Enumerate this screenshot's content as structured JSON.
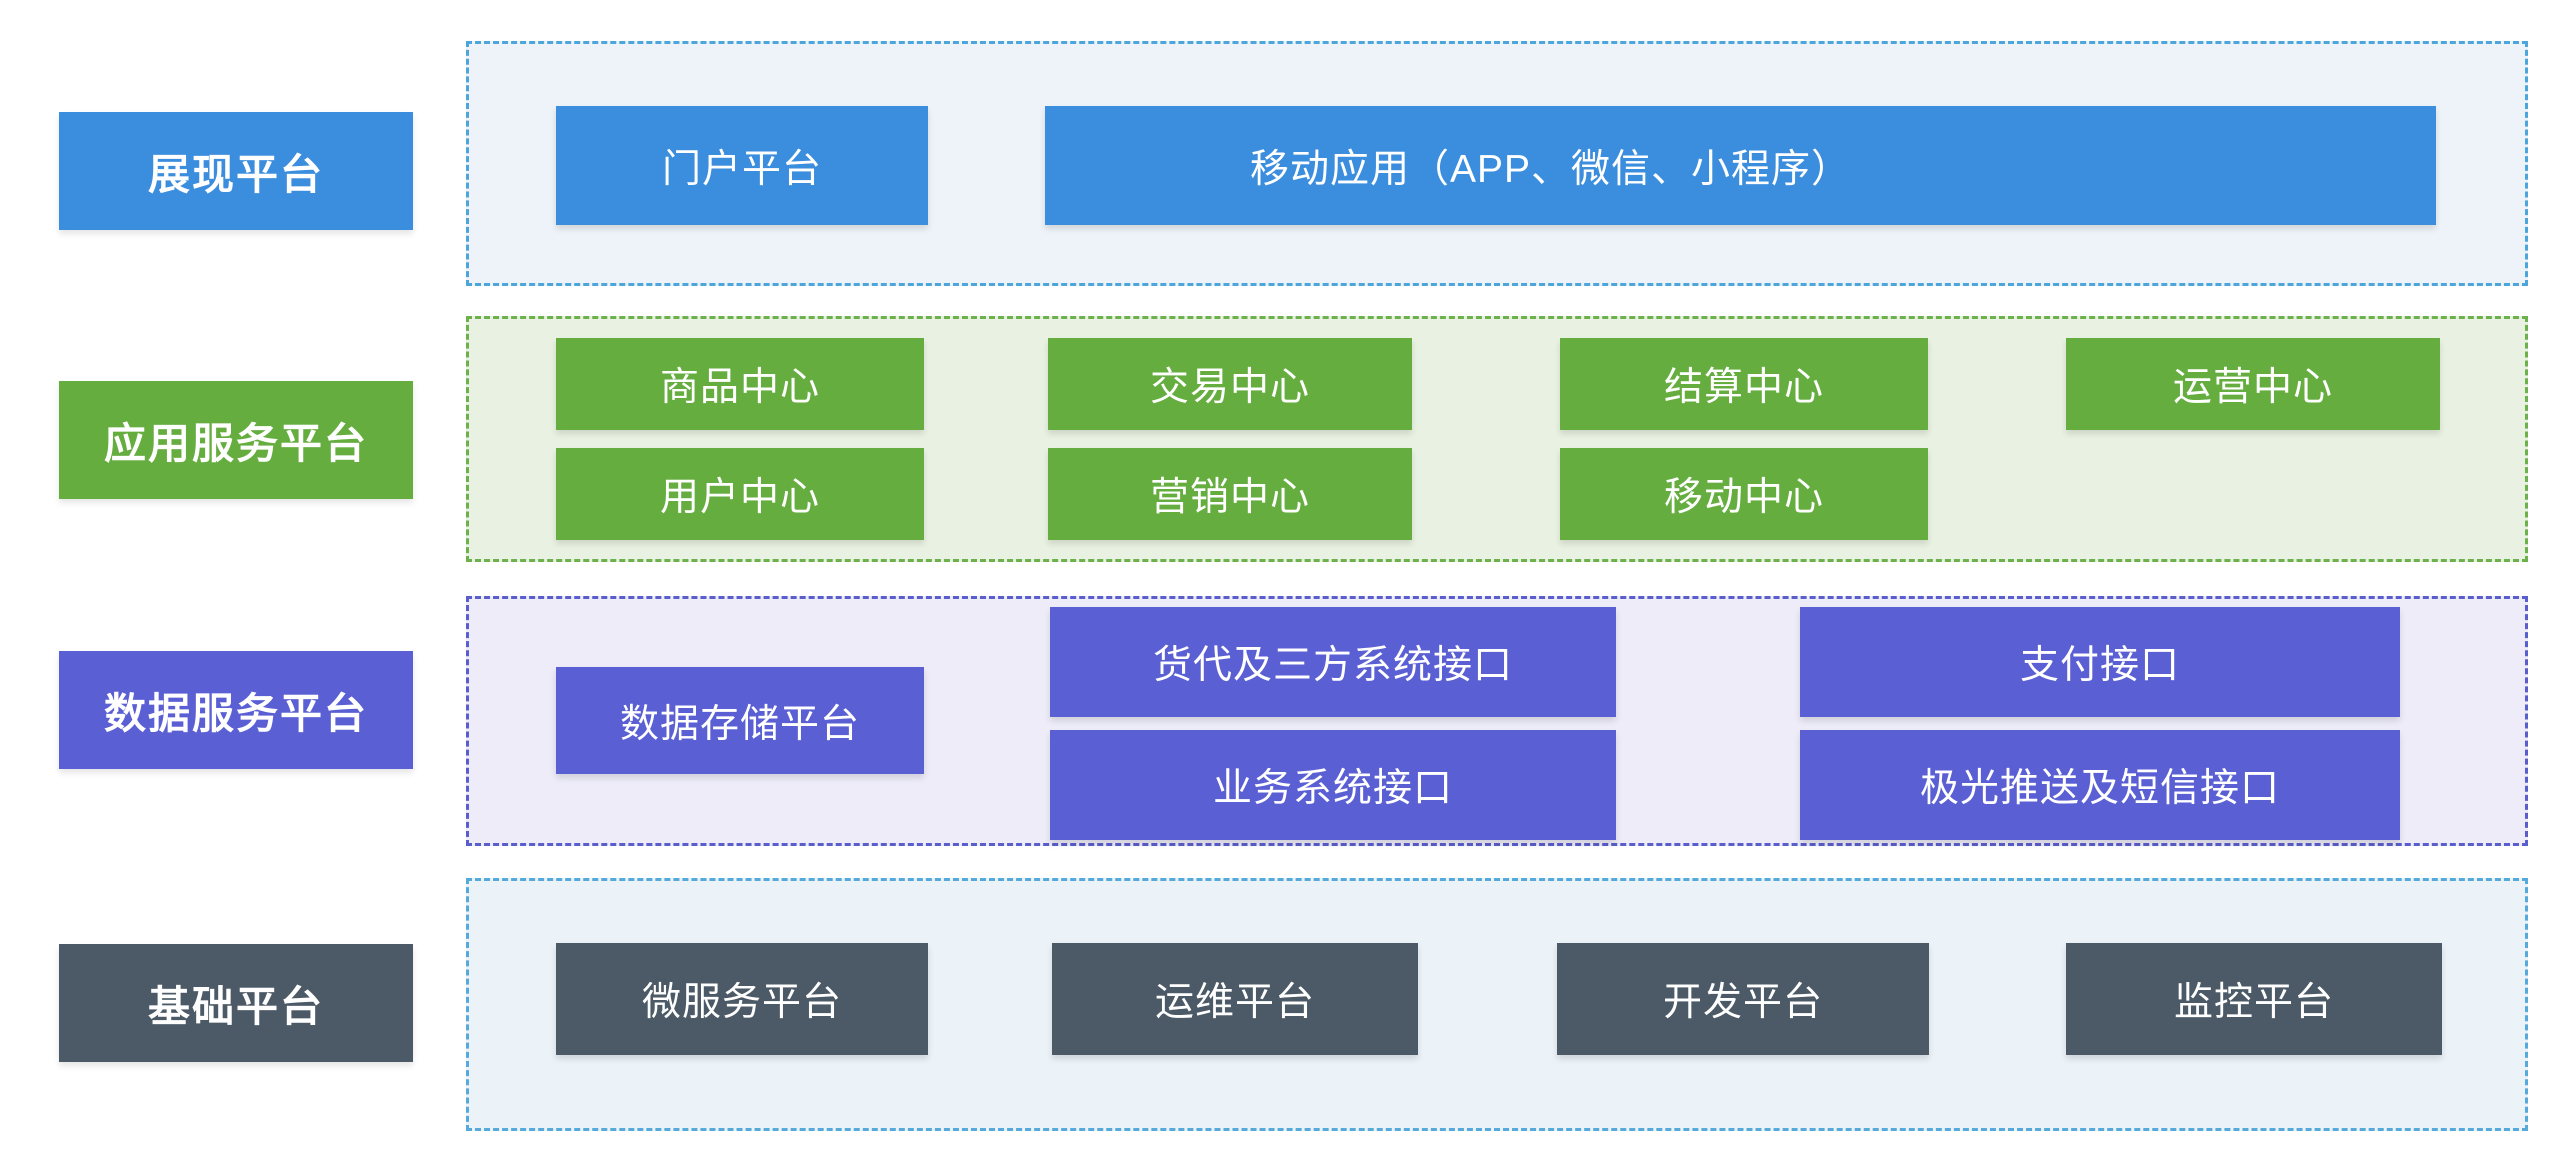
{
  "colors": {
    "blue": "#3b8ddd",
    "green": "#66ad3f",
    "purple": "#5a5fd3",
    "dark": "#4b5a66",
    "row1_bg": "#edf3f8",
    "row1_border": "#4da6db",
    "row2_bg": "#e9f2e2",
    "row2_border": "#6cb14c",
    "row3_bg": "#edecf8",
    "row3_border": "#5a5ecd",
    "row4_bg": "#ebf2f8",
    "row4_border": "#55aadb",
    "text": "#ffffff"
  },
  "rows": [
    {
      "label": "展现平台",
      "boxes": [
        {
          "label": "门户平台"
        },
        {
          "label": "移动应用（APP、微信、小程序）"
        }
      ]
    },
    {
      "label": "应用服务平台",
      "boxes": [
        {
          "label": "商品中心"
        },
        {
          "label": "交易中心"
        },
        {
          "label": "结算中心"
        },
        {
          "label": "运营中心"
        },
        {
          "label": "用户中心"
        },
        {
          "label": "营销中心"
        },
        {
          "label": "移动中心"
        }
      ]
    },
    {
      "label": "数据服务平台",
      "boxes": [
        {
          "label": "数据存储平台"
        },
        {
          "label": "货代及三方系统接口"
        },
        {
          "label": "支付接口"
        },
        {
          "label": "业务系统接口"
        },
        {
          "label": "极光推送及短信接口"
        }
      ]
    },
    {
      "label": "基础平台",
      "boxes": [
        {
          "label": "微服务平台"
        },
        {
          "label": "运维平台"
        },
        {
          "label": "开发平台"
        },
        {
          "label": "监控平台"
        }
      ]
    }
  ]
}
